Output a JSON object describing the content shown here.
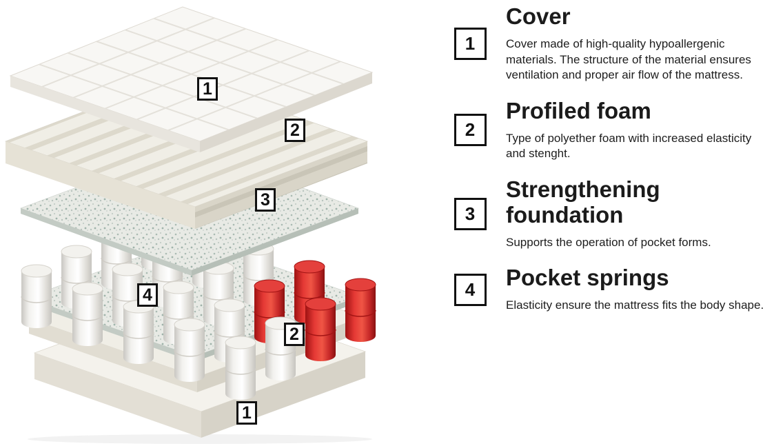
{
  "illustration": {
    "alt": "Exploded isometric view of mattress layers",
    "labels": [
      {
        "num": "1"
      },
      {
        "num": "2"
      },
      {
        "num": "3"
      },
      {
        "num": "4"
      },
      {
        "num": "2"
      },
      {
        "num": "1"
      }
    ],
    "colors": {
      "spring_red": "#d32f2f",
      "foam_cream": "#f0eee6",
      "speckle_teal": "#a9bab2"
    }
  },
  "sections": [
    {
      "num": "1",
      "title": "Cover",
      "body": "Cover made of high-quality hypoallergenic materials. The structure of the material ensures ventilation and proper air flow of the mattress."
    },
    {
      "num": "2",
      "title": "Profiled foam",
      "body": "Type of polyether foam with increased elasticity and stenght."
    },
    {
      "num": "3",
      "title": "Strengthening foundation",
      "body": "Supports the operation of pocket forms."
    },
    {
      "num": "4",
      "title": "Pocket springs",
      "body": "Elasticity ensure the mattress fits the body shape."
    }
  ]
}
